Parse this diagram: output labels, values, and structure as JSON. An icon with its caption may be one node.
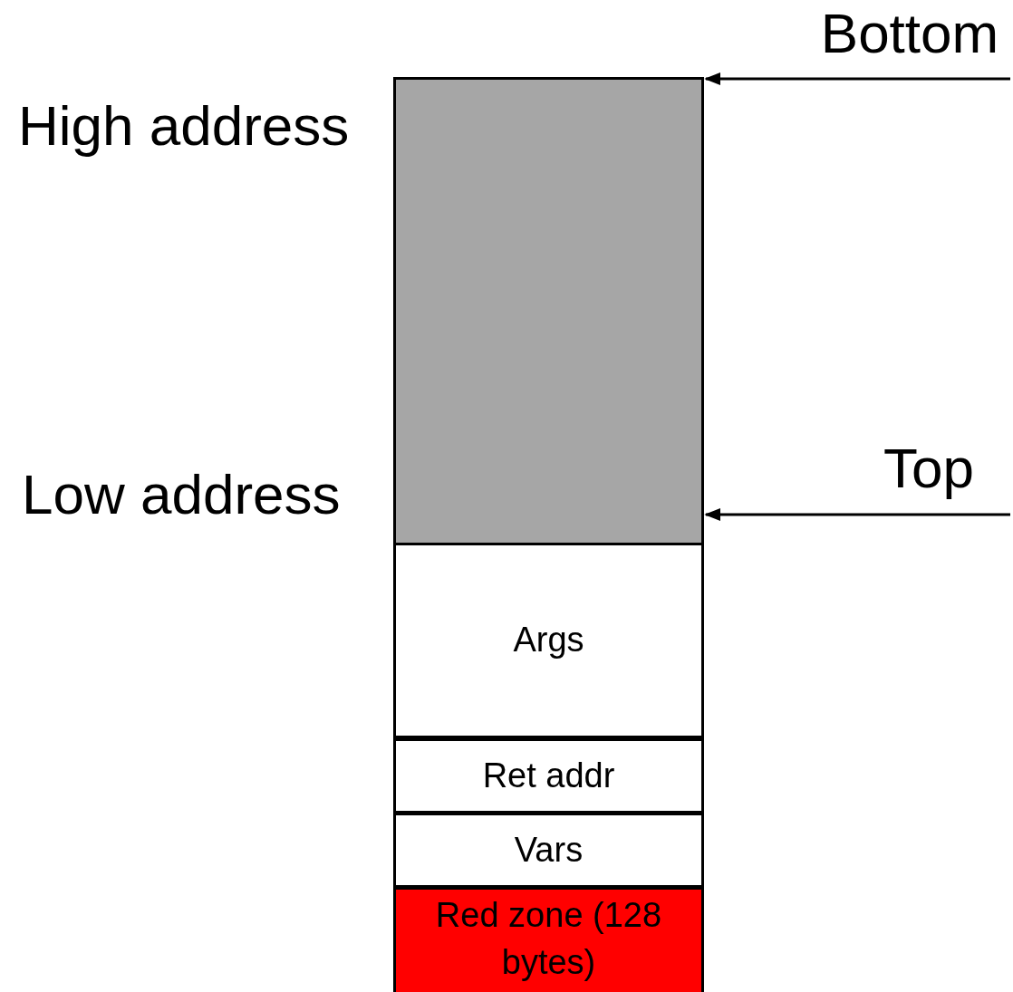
{
  "diagram": {
    "nodes": [
      {
        "text": [
          "Bottom"
        ]
      },
      {
        "text": [],
        "shape": "box"
      },
      {
        "text": [
          "Top"
        ]
      },
      {
        "text": [
          "Args"
        ]
      },
      {
        "text": [
          "Ret addr"
        ]
      },
      {
        "text": [
          "Vars"
        ]
      },
      {
        "text": [
          "Red zone (128 bytes)"
        ]
      }
    ],
    "edges": [
      {
        "from": 0,
        "to": 1,
        "arrow": "to"
      },
      {
        "from": 2,
        "to": 1,
        "arrow": "to"
      }
    ],
    "labels": [
      "High address",
      "Low address"
    ]
  }
}
